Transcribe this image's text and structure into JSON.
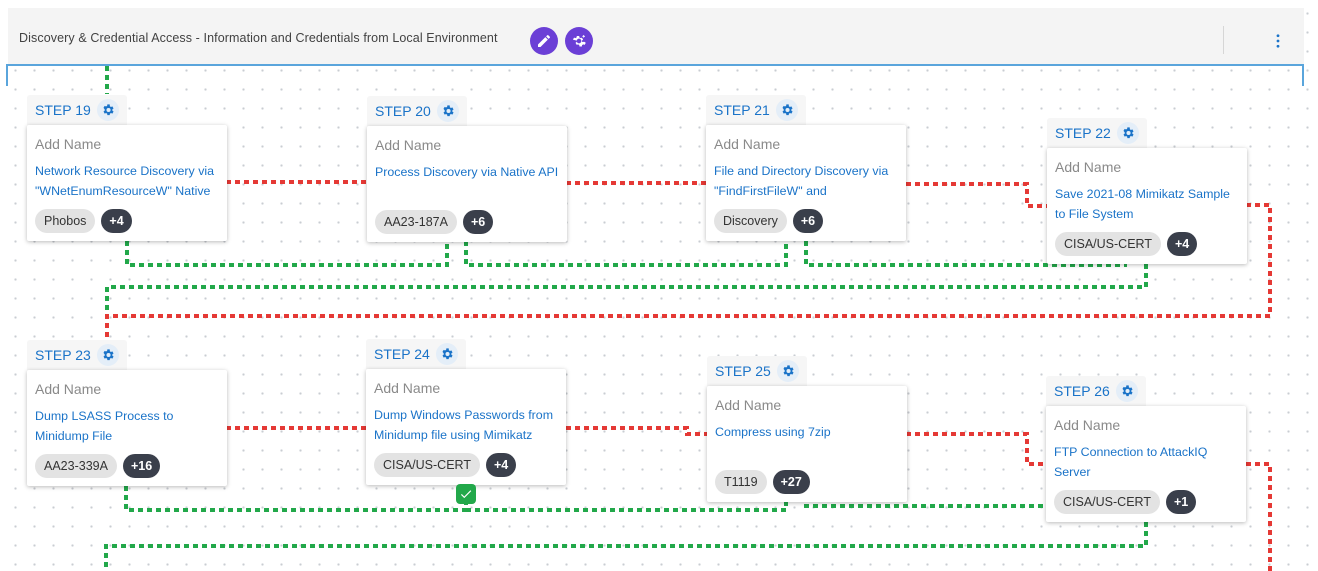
{
  "header": {
    "title": "Discovery & Credential Access - Information and Credentials from Local Environment"
  },
  "colors": {
    "accent": "#6b3fd6",
    "link": "#1a73c8",
    "success_path": "#22a84a",
    "failure_path": "#e53935"
  },
  "steps": [
    {
      "label": "STEP 19",
      "name": "Add Name",
      "desc": "Network Resource Discovery via \"WNetEnumResourceW\" Native API",
      "tag": "Phobos",
      "more": "+4"
    },
    {
      "label": "STEP 20",
      "name": "Add Name",
      "desc": "Process Discovery via Native API",
      "tag": "AA23-187A",
      "more": "+6"
    },
    {
      "label": "STEP 21",
      "name": "Add Name",
      "desc": "File and Directory Discovery via \"FindFirstFileW\" and \"FindNextFileW\"",
      "tag": "Discovery",
      "more": "+6"
    },
    {
      "label": "STEP 22",
      "name": "Add Name",
      "desc": "Save 2021-08 Mimikatz Sample to File System",
      "tag": "CISA/US-CERT",
      "more": "+4"
    },
    {
      "label": "STEP 23",
      "name": "Add Name",
      "desc": "Dump LSASS Process to Minidump File",
      "tag": "AA23-339A",
      "more": "+16"
    },
    {
      "label": "STEP 24",
      "name": "Add Name",
      "desc": "Dump Windows Passwords from Minidump file using Mimikatz",
      "tag": "CISA/US-CERT",
      "more": "+4"
    },
    {
      "label": "STEP 25",
      "name": "Add Name",
      "desc": "Compress using 7zip",
      "tag": "T1119",
      "more": "+27"
    },
    {
      "label": "STEP 26",
      "name": "Add Name",
      "desc": "FTP Connection to AttackIQ Server",
      "tag": "CISA/US-CERT",
      "more": "+1"
    }
  ]
}
